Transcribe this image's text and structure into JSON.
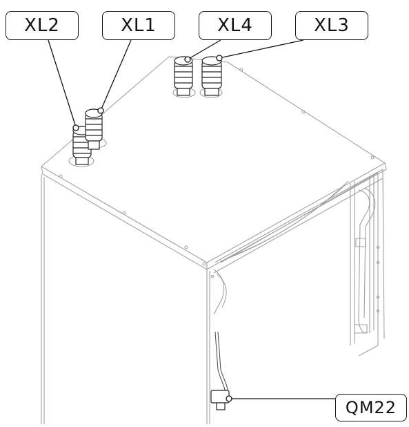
{
  "callouts": {
    "xl2": "XL2",
    "xl1": "XL1",
    "xl4": "XL4",
    "xl3": "XL3",
    "qm22": "QM22"
  },
  "colors": {
    "line": "#9a9a9a",
    "ink": "#111111",
    "background": "#ffffff"
  }
}
